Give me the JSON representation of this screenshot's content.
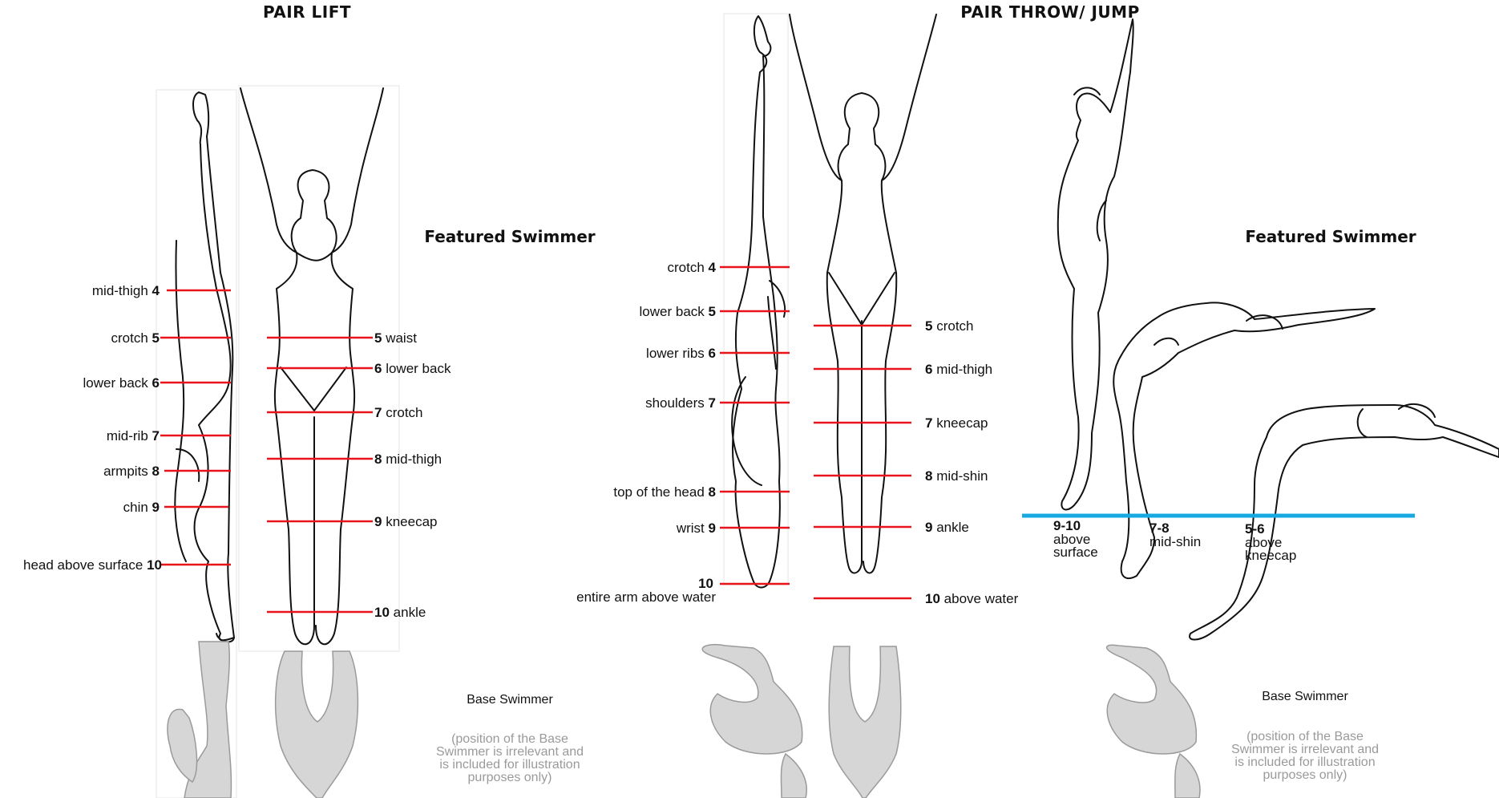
{
  "sections": {
    "pair_lift": {
      "title": "PAIR LIFT",
      "featured": "Featured Swimmer",
      "base": "Base Swimmer",
      "note": [
        "(position of the Base",
        "Swimmer is irrelevant and",
        "is included for illustration",
        "purposes only)"
      ],
      "left_levels": [
        {
          "label": "mid-thigh",
          "score": "4"
        },
        {
          "label": "crotch",
          "score": "5"
        },
        {
          "label": "lower back",
          "score": "6"
        },
        {
          "label": "mid-rib",
          "score": "7"
        },
        {
          "label": "armpits",
          "score": "8"
        },
        {
          "label": "chin",
          "score": "9"
        },
        {
          "label": "head above surface",
          "score": "10"
        }
      ],
      "right_levels": [
        {
          "score": "5",
          "label": "waist"
        },
        {
          "score": "6",
          "label": "lower back"
        },
        {
          "score": "7",
          "label": "crotch"
        },
        {
          "score": "8",
          "label": "mid-thigh"
        },
        {
          "score": "9",
          "label": "kneecap"
        },
        {
          "score": "10",
          "label": " ankle"
        }
      ]
    },
    "pair_throw": {
      "title": "PAIR THROW/ JUMP",
      "featured": "Featured Swimmer",
      "base": "Base Swimmer",
      "note": [
        "(position of the Base",
        "Swimmer is irrelevant and",
        "is included for illustration",
        "purposes only)"
      ],
      "left_levels": [
        {
          "label": "crotch",
          "score": "4"
        },
        {
          "label": "lower back",
          "score": "5"
        },
        {
          "label": "lower ribs",
          "score": "6"
        },
        {
          "label": "shoulders",
          "score": "7"
        },
        {
          "label": "top of the head",
          "score": "8"
        },
        {
          "label": "wrist",
          "score": "9"
        },
        {
          "score": "10",
          "label": "entire arm above water"
        }
      ],
      "right_levels": [
        {
          "score": "5",
          "label": "crotch"
        },
        {
          "score": "6",
          "label": "mid-thigh"
        },
        {
          "score": "7",
          "label": "kneecap"
        },
        {
          "score": "8",
          "label": "mid-shin"
        },
        {
          "score": "9",
          "label": "ankle"
        },
        {
          "score": "10",
          "label": " above water"
        }
      ],
      "surface_levels": [
        {
          "score": "9-10",
          "lines": [
            "above",
            "surface"
          ]
        },
        {
          "score": "7-8",
          "lines": [
            "mid-shin"
          ]
        },
        {
          "score": "5-6",
          "lines": [
            "above",
            "kneecap"
          ]
        }
      ]
    }
  },
  "colors": {
    "marker": "#e8131b",
    "water": "#16a8e0",
    "base": "#d6d6d6"
  }
}
